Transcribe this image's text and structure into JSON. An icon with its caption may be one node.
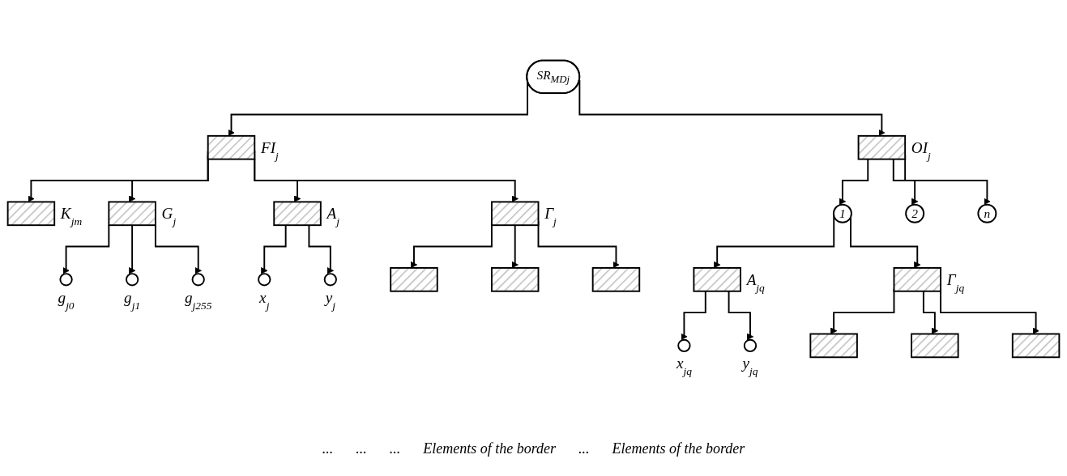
{
  "diagram": {
    "nodes": [
      {
        "text": [
          "SR$_{MDj}$"
        ]
      },
      {
        "text": [],
        "shape": "box",
        "beside": [
          "FI$_{j}$"
        ]
      },
      {
        "text": [],
        "shape": "box",
        "beside": [
          "OI$_{j}$"
        ]
      },
      {
        "text": [],
        "shape": "box",
        "beside": [
          "K$_{jm}$"
        ]
      },
      {
        "text": [],
        "shape": "box",
        "beside": [
          "G$_{j}$"
        ]
      },
      {
        "text": [],
        "shape": "box",
        "beside": [
          "A$_{j}$"
        ]
      },
      {
        "text": [],
        "shape": "box",
        "beside": [
          "Γ$_{j}$"
        ]
      },
      {
        "text": [],
        "shape": "circle",
        "beside": [
          "g$_{j0}$"
        ]
      },
      {
        "text": [],
        "shape": "circle",
        "beside": [
          "g$_{j1}$"
        ]
      },
      {
        "text": [],
        "shape": "circle",
        "beside": [
          "g$_{j255}$"
        ]
      },
      {
        "text": [],
        "shape": "circle",
        "beside": [
          "x$_{j}$"
        ]
      },
      {
        "text": [],
        "shape": "circle",
        "beside": [
          "y$_{j}$"
        ]
      },
      {
        "text": [],
        "shape": "box"
      },
      {
        "text": [],
        "shape": "box"
      },
      {
        "text": [],
        "shape": "box"
      },
      {
        "text": [
          "1"
        ]
      },
      {
        "text": [
          "2"
        ]
      },
      {
        "text": [
          "n"
        ]
      },
      {
        "text": [],
        "shape": "box",
        "beside": [
          "A$_{jq}$"
        ]
      },
      {
        "text": [],
        "shape": "box",
        "beside": [
          "Γ$_{jq}$"
        ]
      },
      {
        "text": [],
        "shape": "circle",
        "beside": [
          "x$_{jq}$"
        ]
      },
      {
        "text": [],
        "shape": "circle",
        "beside": [
          "y$_{jq}$"
        ]
      },
      {
        "text": [],
        "shape": "box"
      },
      {
        "text": [],
        "shape": "box"
      },
      {
        "text": [],
        "shape": "box"
      }
    ],
    "edges": [
      {
        "from": 0,
        "to": 1,
        "arrow": "to"
      },
      {
        "from": 0,
        "to": 2,
        "arrow": "to"
      },
      {
        "from": 1,
        "to": 3,
        "arrow": "to"
      },
      {
        "from": 1,
        "to": 4,
        "arrow": "to"
      },
      {
        "from": 1,
        "to": 5,
        "arrow": "to"
      },
      {
        "from": 1,
        "to": 6,
        "arrow": "to"
      },
      {
        "from": 4,
        "to": 7,
        "arrow": "to"
      },
      {
        "from": 4,
        "to": 8,
        "arrow": "to"
      },
      {
        "from": 4,
        "to": 9,
        "arrow": "to"
      },
      {
        "from": 5,
        "to": 10,
        "arrow": "to"
      },
      {
        "from": 5,
        "to": 11,
        "arrow": "to"
      },
      {
        "from": 6,
        "to": 12,
        "arrow": "to"
      },
      {
        "from": 6,
        "to": 13,
        "arrow": "to"
      },
      {
        "from": 6,
        "to": 14,
        "arrow": "to"
      },
      {
        "from": 2,
        "to": 15,
        "arrow": "to"
      },
      {
        "from": 2,
        "to": 16,
        "arrow": "to"
      },
      {
        "from": 2,
        "to": 17,
        "arrow": "to"
      },
      {
        "from": 15,
        "to": 18,
        "arrow": "to"
      },
      {
        "from": 15,
        "to": 19,
        "arrow": "to"
      },
      {
        "from": 18,
        "to": 20,
        "arrow": "to"
      },
      {
        "from": 18,
        "to": 21,
        "arrow": "to"
      },
      {
        "from": 19,
        "to": 22,
        "arrow": "to"
      },
      {
        "from": 19,
        "to": 23,
        "arrow": "to"
      },
      {
        "from": 19,
        "to": 24,
        "arrow": "to"
      }
    ],
    "labels": [
      "...",
      "...",
      "...",
      "Elements of the border",
      "...",
      "Elements of the border"
    ]
  }
}
